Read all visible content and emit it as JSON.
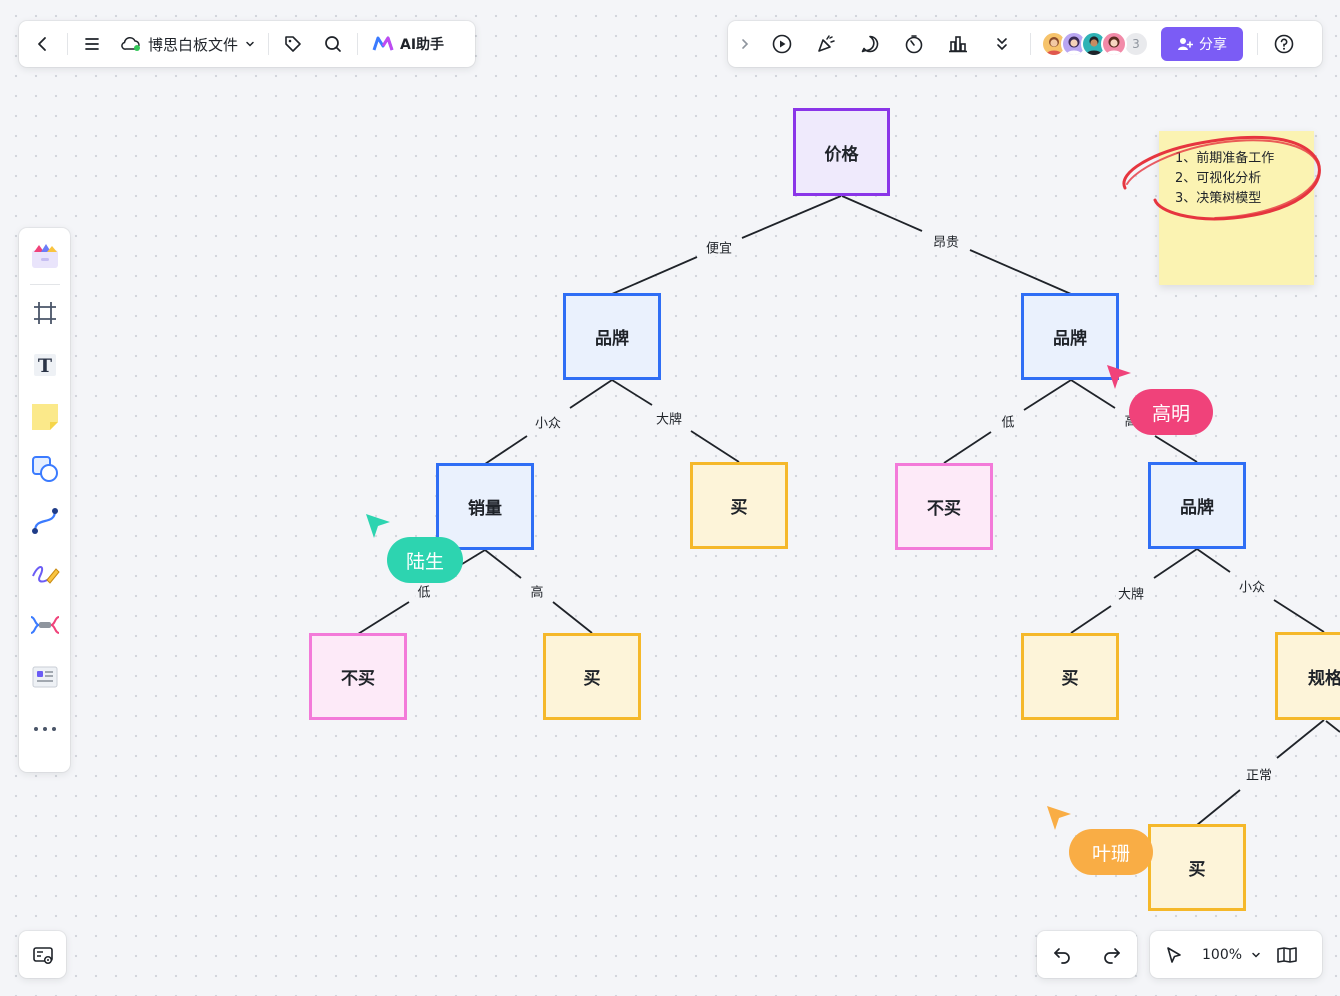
{
  "toolbar": {
    "file_title": "博思白板文件",
    "ai_label": "AI助手"
  },
  "right_toolbar": {
    "collaborator_count": "3",
    "share_label": "分享"
  },
  "zoom": {
    "level": "100%"
  },
  "tree": {
    "root": "价格",
    "n_brand_left": "品牌",
    "n_brand_right": "品牌",
    "n_sales": "销量",
    "n_buy_1": "买",
    "n_nobuy_1": "不买",
    "n_brand_sub": "品牌",
    "n_nobuy_2": "不买",
    "n_buy_2": "买",
    "n_buy_3": "买",
    "n_spec": "规格",
    "n_buy_4": "买",
    "e_cheap": "便宜",
    "e_expensive": "昂贵",
    "e_niche_1": "小众",
    "e_bigbrand_1": "大牌",
    "e_low_1": "低",
    "e_high_1": "高",
    "e_low_2": "低",
    "e_high_2": "高",
    "e_bigbrand_2": "大牌",
    "e_niche_2": "小众",
    "e_normal": "正常"
  },
  "sticky_note": {
    "lines": [
      "1、前期准备工作",
      "2、可视化分析",
      "3、决策树模型"
    ]
  },
  "cursors": [
    {
      "name": "高明",
      "color": "#f0427a"
    },
    {
      "name": "陆生",
      "color": "#2dd4b0"
    },
    {
      "name": "叶珊",
      "color": "#f9ad45"
    }
  ],
  "colors": {
    "accent": "#7b5cf5",
    "node_purple": "#8a35e8",
    "node_blue": "#2f6ef5",
    "node_yellow": "#f5b82a",
    "node_pink": "#f37ad9"
  }
}
